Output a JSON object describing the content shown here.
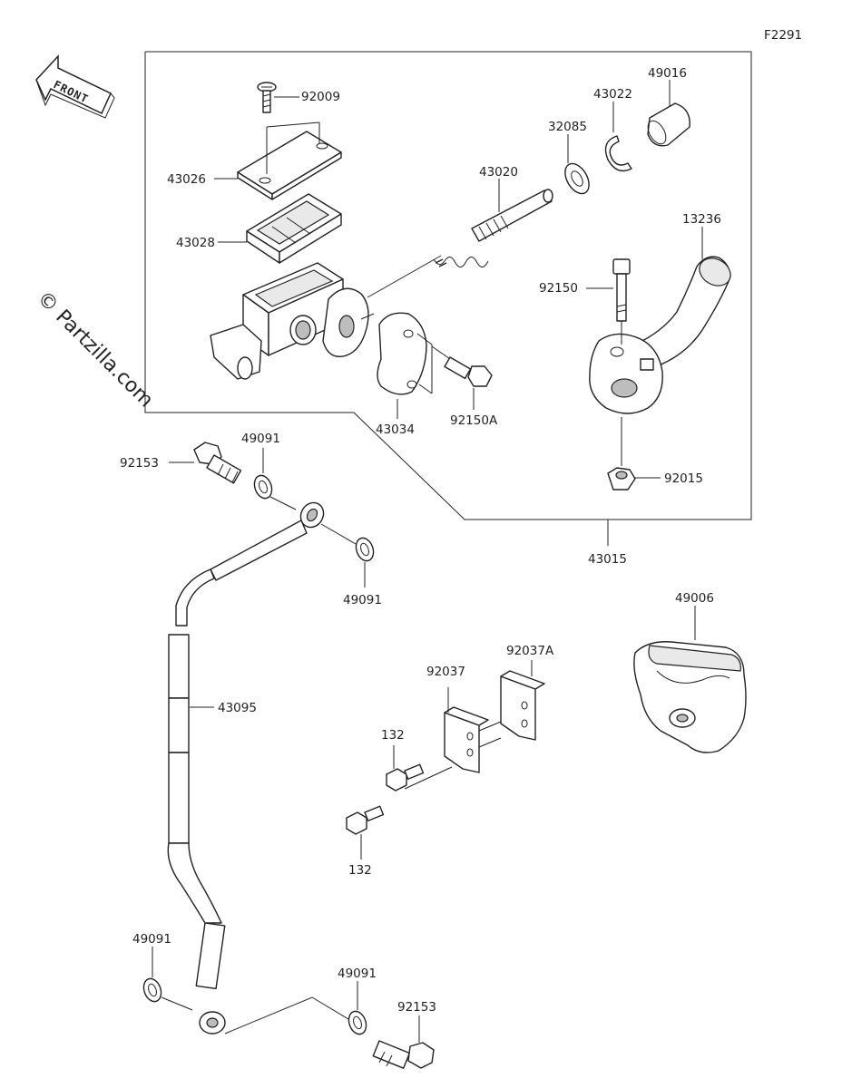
{
  "diagram_code": "F2291",
  "front_label": "FRONT",
  "watermark": "© Partzilla.com",
  "parts": {
    "p92009": "92009",
    "p43026": "43026",
    "p43028": "43028",
    "p43020": "43020",
    "p32085": "32085",
    "p43022": "43022",
    "p49016": "49016",
    "p13236": "13236",
    "p92150": "92150",
    "p43034": "43034",
    "p92150A": "92150A",
    "p92015": "92015",
    "p43015": "43015",
    "p92153_top": "92153",
    "p49091_top": "49091",
    "p49091_mid": "49091",
    "p43095": "43095",
    "p49006": "49006",
    "p92037": "92037",
    "p92037A": "92037A",
    "p132_top": "132",
    "p132_bottom": "132",
    "p49091_bl": "49091",
    "p49091_br": "49091",
    "p92153_bottom": "92153"
  }
}
